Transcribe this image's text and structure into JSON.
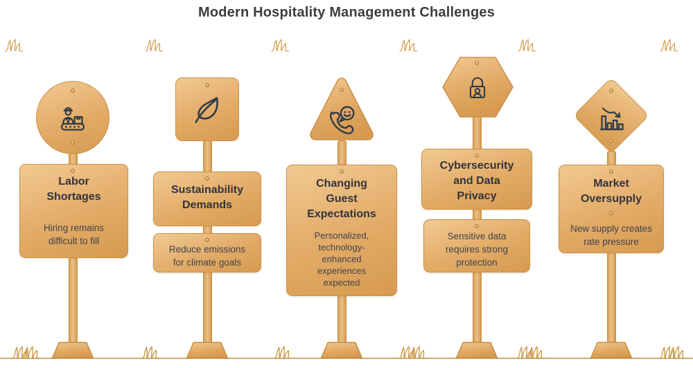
{
  "page_title": "Modern Hospitality Management Challenges",
  "signs": [
    {
      "name": "labor-shortages",
      "shape": "circle",
      "icon": "worker-conveyor-icon",
      "title": "Labor\nShortages",
      "body": "Hiring remains\ndifficult to fill"
    },
    {
      "name": "sustainability-demands",
      "shape": "square",
      "icon": "leaf-icon",
      "title": "Sustainability\nDemands",
      "body": "Reduce emissions\nfor climate goals"
    },
    {
      "name": "changing-guest-expectations",
      "shape": "triangle",
      "icon": "phone-chat-smiley-icon",
      "title": "Changing\nGuest\nExpectations",
      "body": "Personalized,\ntechnology-\nenhanced\nexperiences\nexpected"
    },
    {
      "name": "cybersecurity-and-data-privacy",
      "shape": "hexagon",
      "icon": "lock-user-icon",
      "title": "Cybersecurity\nand Data\nPrivacy",
      "body": "Sensitive data\nrequires strong\nprotection"
    },
    {
      "name": "market-oversupply",
      "shape": "diamond",
      "icon": "declining-bar-chart-icon",
      "title": "Market\nOversupply",
      "body": "New supply creates\nrate pressure"
    }
  ],
  "colors": {
    "sign_gold_light": "#f2c992",
    "sign_gold_dark": "#d79a50",
    "sign_border": "#c9914a",
    "icon_stroke": "#2e3a45",
    "title_text": "#32333a",
    "body_text": "#3e434d",
    "ground_line": "#c28d3f",
    "page_title_text": "#3d3d3d"
  }
}
